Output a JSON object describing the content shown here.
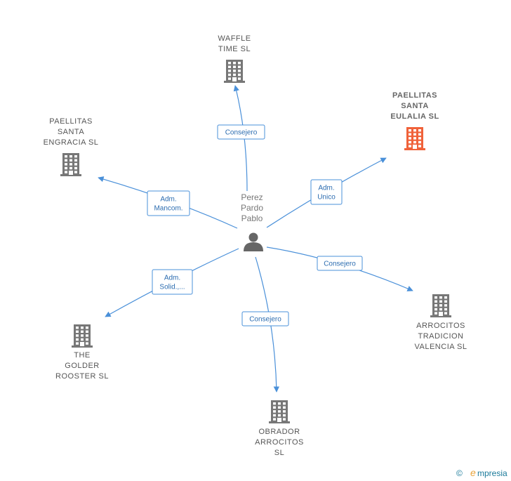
{
  "colors": {
    "edge": "#4a90d9",
    "building_default": "#777777",
    "building_highlight": "#f0623a",
    "person": "#666666"
  },
  "person": {
    "label": [
      "Perez",
      "Pardo",
      "Pablo"
    ],
    "icon": "person-icon"
  },
  "companies": [
    {
      "id": "waffle",
      "label": [
        "WAFFLE",
        "TIME  SL"
      ],
      "icon": "building-icon",
      "highlight": false
    },
    {
      "id": "paellitas-eulalia",
      "label": [
        "PAELLITAS",
        "SANTA",
        "EULALIA  SL"
      ],
      "icon": "building-icon",
      "highlight": true
    },
    {
      "id": "paellitas-engracia",
      "label": [
        "PAELLITAS",
        "SANTA",
        "ENGRACIA  SL"
      ],
      "icon": "building-icon",
      "highlight": false
    },
    {
      "id": "arrocitos-tradicion",
      "label": [
        "ARROCITOS",
        "TRADICION",
        "VALENCIA  SL"
      ],
      "icon": "building-icon",
      "highlight": false
    },
    {
      "id": "golder",
      "label": [
        "THE",
        "GOLDER",
        "ROOSTER  SL"
      ],
      "icon": "building-icon",
      "highlight": false
    },
    {
      "id": "obrador",
      "label": [
        "OBRADOR",
        "ARROCITOS",
        "SL"
      ],
      "icon": "building-icon",
      "highlight": false
    }
  ],
  "edges": [
    {
      "to": "waffle",
      "label": [
        "Consejero"
      ]
    },
    {
      "to": "paellitas-eulalia",
      "label": [
        "Adm.",
        "Unico"
      ]
    },
    {
      "to": "paellitas-engracia",
      "label": [
        "Adm.",
        "Mancom."
      ]
    },
    {
      "to": "arrocitos-tradicion",
      "label": [
        "Consejero"
      ]
    },
    {
      "to": "golder",
      "label": [
        "Adm.",
        "Solid.,..."
      ]
    },
    {
      "to": "obrador",
      "label": [
        "Consejero"
      ]
    }
  ],
  "watermark": {
    "copyright": "©",
    "brand_initial": "e",
    "brand_rest": "mpresia"
  }
}
